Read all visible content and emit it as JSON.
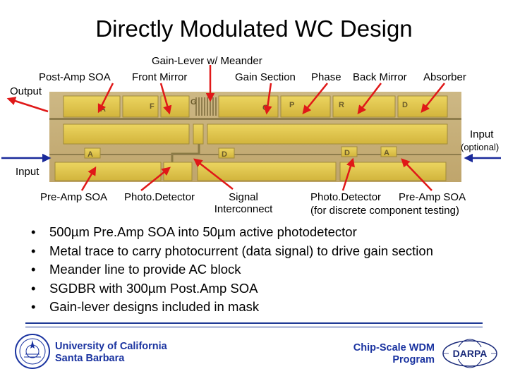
{
  "slide": {
    "title": "Directly Modulated WC Design"
  },
  "labels": {
    "gain_lever": "Gain-Lever w/ Meander",
    "post_amp_soa": "Post-Amp SOA",
    "front_mirror": "Front Mirror",
    "gain_section": "Gain Section",
    "phase": "Phase",
    "back_mirror": "Back Mirror",
    "absorber": "Absorber",
    "output": "Output",
    "input_right": "Input",
    "input_optional": "(optional)",
    "input_left": "Input",
    "pre_amp_soa_left": "Pre-Amp SOA",
    "photodetector_left": "Photo.Detector",
    "signal_line1": "Signal",
    "signal_line2": "Interconnect",
    "pd_pre_amp_line1": "Photo.Detector      Pre-Amp SOA",
    "pd_pre_amp_line2": "(for discrete component testing)"
  },
  "chip_pad_letters": {
    "a1": "A",
    "f": "F",
    "g1": "G",
    "g2": "G",
    "p": "P",
    "r": "R",
    "d1": "D",
    "a2": "A",
    "d2": "D",
    "a3": "A",
    "d3": "D"
  },
  "bullets": [
    "500µm Pre.Amp SOA into 50µm active photodetector",
    "Metal trace to carry photocurrent (data signal) to drive gain section",
    "Meander line to provide AC block",
    "SGDBR with 300µm Post.Amp SOA",
    "Gain-lever designs included in mask"
  ],
  "footer": {
    "ucsb_line1": "University of California",
    "ucsb_line2": "Santa Barbara",
    "program_line1": "Chip-Scale WDM",
    "program_line2": "Program",
    "darpa": "DARPA"
  },
  "colors": {
    "annotation_arrow": "#e01818",
    "input_arrow": "#1a2a9a",
    "footer_text": "#1a33a0",
    "chip_pad": "#dcc24a",
    "chip_background": "#c9b27a"
  }
}
